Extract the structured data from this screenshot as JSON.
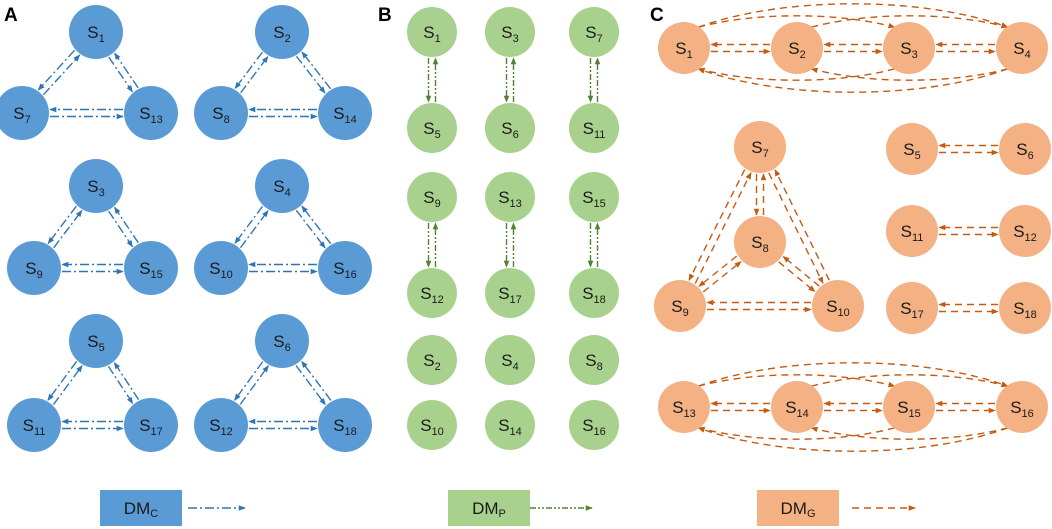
{
  "panels": [
    {
      "letter": "A"
    },
    {
      "letter": "B"
    },
    {
      "letter": "C"
    }
  ],
  "styles": {
    "C": {
      "fill": "#5b9bd5",
      "line": "#2e75b6",
      "dash": "9 3 2 3",
      "text": "#1a1a1a"
    },
    "P": {
      "fill": "#a9d18e",
      "line": "#548235",
      "dash": "6 2 2 2 2 2",
      "text": "#1a1a1a"
    },
    "G": {
      "fill": "#f4b183",
      "line": "#c55a11",
      "dash": "7 5",
      "text": "#1a1a1a"
    }
  },
  "legend": [
    {
      "style": "C",
      "main": "DM",
      "sub": "C"
    },
    {
      "style": "P",
      "main": "DM",
      "sub": "P"
    },
    {
      "style": "G",
      "main": "DM",
      "sub": "G"
    }
  ],
  "nodes": [
    {
      "id": "a1",
      "style": "C",
      "label": "S",
      "sub": "1"
    },
    {
      "id": "a7",
      "style": "C",
      "label": "S",
      "sub": "7"
    },
    {
      "id": "a13",
      "style": "C",
      "label": "S",
      "sub": "13"
    },
    {
      "id": "a2",
      "style": "C",
      "label": "S",
      "sub": "2"
    },
    {
      "id": "a8",
      "style": "C",
      "label": "S",
      "sub": "8"
    },
    {
      "id": "a14",
      "style": "C",
      "label": "S",
      "sub": "14"
    },
    {
      "id": "a3",
      "style": "C",
      "label": "S",
      "sub": "3"
    },
    {
      "id": "a9",
      "style": "C",
      "label": "S",
      "sub": "9"
    },
    {
      "id": "a15",
      "style": "C",
      "label": "S",
      "sub": "15"
    },
    {
      "id": "a4",
      "style": "C",
      "label": "S",
      "sub": "4"
    },
    {
      "id": "a10",
      "style": "C",
      "label": "S",
      "sub": "10"
    },
    {
      "id": "a16",
      "style": "C",
      "label": "S",
      "sub": "16"
    },
    {
      "id": "a5",
      "style": "C",
      "label": "S",
      "sub": "5"
    },
    {
      "id": "a11",
      "style": "C",
      "label": "S",
      "sub": "11"
    },
    {
      "id": "a17",
      "style": "C",
      "label": "S",
      "sub": "17"
    },
    {
      "id": "a6",
      "style": "C",
      "label": "S",
      "sub": "6"
    },
    {
      "id": "a12",
      "style": "C",
      "label": "S",
      "sub": "12"
    },
    {
      "id": "a18",
      "style": "C",
      "label": "S",
      "sub": "18"
    },
    {
      "id": "b1",
      "style": "P",
      "label": "S",
      "sub": "1"
    },
    {
      "id": "b3",
      "style": "P",
      "label": "S",
      "sub": "3"
    },
    {
      "id": "b7",
      "style": "P",
      "label": "S",
      "sub": "7"
    },
    {
      "id": "b5",
      "style": "P",
      "label": "S",
      "sub": "5"
    },
    {
      "id": "b6",
      "style": "P",
      "label": "S",
      "sub": "6"
    },
    {
      "id": "b11",
      "style": "P",
      "label": "S",
      "sub": "11"
    },
    {
      "id": "b9",
      "style": "P",
      "label": "S",
      "sub": "9"
    },
    {
      "id": "b13",
      "style": "P",
      "label": "S",
      "sub": "13"
    },
    {
      "id": "b15",
      "style": "P",
      "label": "S",
      "sub": "15"
    },
    {
      "id": "b12",
      "style": "P",
      "label": "S",
      "sub": "12"
    },
    {
      "id": "b17",
      "style": "P",
      "label": "S",
      "sub": "17"
    },
    {
      "id": "b18",
      "style": "P",
      "label": "S",
      "sub": "18"
    },
    {
      "id": "b2",
      "style": "P",
      "label": "S",
      "sub": "2"
    },
    {
      "id": "b4",
      "style": "P",
      "label": "S",
      "sub": "4"
    },
    {
      "id": "b8",
      "style": "P",
      "label": "S",
      "sub": "8"
    },
    {
      "id": "b10",
      "style": "P",
      "label": "S",
      "sub": "10"
    },
    {
      "id": "b14",
      "style": "P",
      "label": "S",
      "sub": "14"
    },
    {
      "id": "b16",
      "style": "P",
      "label": "S",
      "sub": "16"
    },
    {
      "id": "c1",
      "style": "G",
      "label": "S",
      "sub": "1"
    },
    {
      "id": "c2",
      "style": "G",
      "label": "S",
      "sub": "2"
    },
    {
      "id": "c3",
      "style": "G",
      "label": "S",
      "sub": "3"
    },
    {
      "id": "c4",
      "style": "G",
      "label": "S",
      "sub": "4"
    },
    {
      "id": "c7",
      "style": "G",
      "label": "S",
      "sub": "7"
    },
    {
      "id": "c8",
      "style": "G",
      "label": "S",
      "sub": "8"
    },
    {
      "id": "c9",
      "style": "G",
      "label": "S",
      "sub": "9"
    },
    {
      "id": "c10",
      "style": "G",
      "label": "S",
      "sub": "10"
    },
    {
      "id": "c5",
      "style": "G",
      "label": "S",
      "sub": "5"
    },
    {
      "id": "c6",
      "style": "G",
      "label": "S",
      "sub": "6"
    },
    {
      "id": "c11",
      "style": "G",
      "label": "S",
      "sub": "11"
    },
    {
      "id": "c12",
      "style": "G",
      "label": "S",
      "sub": "12"
    },
    {
      "id": "c17",
      "style": "G",
      "label": "S",
      "sub": "17"
    },
    {
      "id": "c18",
      "style": "G",
      "label": "S",
      "sub": "18"
    },
    {
      "id": "c13",
      "style": "G",
      "label": "S",
      "sub": "13"
    },
    {
      "id": "c14",
      "style": "G",
      "label": "S",
      "sub": "14"
    },
    {
      "id": "c15",
      "style": "G",
      "label": "S",
      "sub": "15"
    },
    {
      "id": "c16",
      "style": "G",
      "label": "S",
      "sub": "16"
    }
  ],
  "edges": [
    {
      "style": "C",
      "from": "a1",
      "to": "a7"
    },
    {
      "style": "C",
      "from": "a7",
      "to": "a1"
    },
    {
      "style": "C",
      "from": "a1",
      "to": "a13"
    },
    {
      "style": "C",
      "from": "a13",
      "to": "a1"
    },
    {
      "style": "C",
      "from": "a7",
      "to": "a13"
    },
    {
      "style": "C",
      "from": "a13",
      "to": "a7"
    },
    {
      "style": "C",
      "from": "a2",
      "to": "a8"
    },
    {
      "style": "C",
      "from": "a8",
      "to": "a2"
    },
    {
      "style": "C",
      "from": "a2",
      "to": "a14"
    },
    {
      "style": "C",
      "from": "a14",
      "to": "a2"
    },
    {
      "style": "C",
      "from": "a8",
      "to": "a14"
    },
    {
      "style": "C",
      "from": "a14",
      "to": "a8"
    },
    {
      "style": "C",
      "from": "a3",
      "to": "a9"
    },
    {
      "style": "C",
      "from": "a9",
      "to": "a3"
    },
    {
      "style": "C",
      "from": "a3",
      "to": "a15"
    },
    {
      "style": "C",
      "from": "a15",
      "to": "a3"
    },
    {
      "style": "C",
      "from": "a9",
      "to": "a15"
    },
    {
      "style": "C",
      "from": "a15",
      "to": "a9"
    },
    {
      "style": "C",
      "from": "a4",
      "to": "a10"
    },
    {
      "style": "C",
      "from": "a10",
      "to": "a4"
    },
    {
      "style": "C",
      "from": "a4",
      "to": "a16"
    },
    {
      "style": "C",
      "from": "a16",
      "to": "a4"
    },
    {
      "style": "C",
      "from": "a10",
      "to": "a16"
    },
    {
      "style": "C",
      "from": "a16",
      "to": "a10"
    },
    {
      "style": "C",
      "from": "a5",
      "to": "a11"
    },
    {
      "style": "C",
      "from": "a11",
      "to": "a5"
    },
    {
      "style": "C",
      "from": "a5",
      "to": "a17"
    },
    {
      "style": "C",
      "from": "a17",
      "to": "a5"
    },
    {
      "style": "C",
      "from": "a11",
      "to": "a17"
    },
    {
      "style": "C",
      "from": "a17",
      "to": "a11"
    },
    {
      "style": "C",
      "from": "a6",
      "to": "a12"
    },
    {
      "style": "C",
      "from": "a12",
      "to": "a6"
    },
    {
      "style": "C",
      "from": "a6",
      "to": "a18"
    },
    {
      "style": "C",
      "from": "a18",
      "to": "a6"
    },
    {
      "style": "C",
      "from": "a12",
      "to": "a18"
    },
    {
      "style": "C",
      "from": "a18",
      "to": "a12"
    },
    {
      "style": "P",
      "from": "b1",
      "to": "b5"
    },
    {
      "style": "P",
      "from": "b5",
      "to": "b1"
    },
    {
      "style": "P",
      "from": "b3",
      "to": "b6"
    },
    {
      "style": "P",
      "from": "b6",
      "to": "b3"
    },
    {
      "style": "P",
      "from": "b7",
      "to": "b11"
    },
    {
      "style": "P",
      "from": "b11",
      "to": "b7"
    },
    {
      "style": "P",
      "from": "b9",
      "to": "b12"
    },
    {
      "style": "P",
      "from": "b12",
      "to": "b9"
    },
    {
      "style": "P",
      "from": "b13",
      "to": "b17"
    },
    {
      "style": "P",
      "from": "b17",
      "to": "b13"
    },
    {
      "style": "P",
      "from": "b15",
      "to": "b18"
    },
    {
      "style": "P",
      "from": "b18",
      "to": "b15"
    },
    {
      "style": "G",
      "from": "c1",
      "to": "c2"
    },
    {
      "style": "G",
      "from": "c2",
      "to": "c1"
    },
    {
      "style": "G",
      "from": "c2",
      "to": "c3"
    },
    {
      "style": "G",
      "from": "c3",
      "to": "c2"
    },
    {
      "style": "G",
      "from": "c3",
      "to": "c4"
    },
    {
      "style": "G",
      "from": "c4",
      "to": "c3"
    },
    {
      "style": "G",
      "from": "c1",
      "to": "c3",
      "arc": "top1"
    },
    {
      "style": "G",
      "from": "c3",
      "to": "c1",
      "arc": "bot1"
    },
    {
      "style": "G",
      "from": "c2",
      "to": "c4",
      "arc": "top1"
    },
    {
      "style": "G",
      "from": "c4",
      "to": "c2",
      "arc": "bot1"
    },
    {
      "style": "G",
      "from": "c1",
      "to": "c4",
      "arc": "top2"
    },
    {
      "style": "G",
      "from": "c4",
      "to": "c1",
      "arc": "bot2"
    },
    {
      "style": "G",
      "from": "c7",
      "to": "c8"
    },
    {
      "style": "G",
      "from": "c8",
      "to": "c7"
    },
    {
      "style": "G",
      "from": "c7",
      "to": "c9"
    },
    {
      "style": "G",
      "from": "c9",
      "to": "c7"
    },
    {
      "style": "G",
      "from": "c7",
      "to": "c10"
    },
    {
      "style": "G",
      "from": "c10",
      "to": "c7"
    },
    {
      "style": "G",
      "from": "c8",
      "to": "c9"
    },
    {
      "style": "G",
      "from": "c9",
      "to": "c8"
    },
    {
      "style": "G",
      "from": "c8",
      "to": "c10"
    },
    {
      "style": "G",
      "from": "c10",
      "to": "c8"
    },
    {
      "style": "G",
      "from": "c9",
      "to": "c10"
    },
    {
      "style": "G",
      "from": "c10",
      "to": "c9"
    },
    {
      "style": "G",
      "from": "c5",
      "to": "c6"
    },
    {
      "style": "G",
      "from": "c6",
      "to": "c5"
    },
    {
      "style": "G",
      "from": "c11",
      "to": "c12"
    },
    {
      "style": "G",
      "from": "c12",
      "to": "c11"
    },
    {
      "style": "G",
      "from": "c17",
      "to": "c18"
    },
    {
      "style": "G",
      "from": "c18",
      "to": "c17"
    },
    {
      "style": "G",
      "from": "c13",
      "to": "c14"
    },
    {
      "style": "G",
      "from": "c14",
      "to": "c13"
    },
    {
      "style": "G",
      "from": "c14",
      "to": "c15"
    },
    {
      "style": "G",
      "from": "c15",
      "to": "c14"
    },
    {
      "style": "G",
      "from": "c15",
      "to": "c16"
    },
    {
      "style": "G",
      "from": "c16",
      "to": "c15"
    },
    {
      "style": "G",
      "from": "c13",
      "to": "c15",
      "arc": "top1"
    },
    {
      "style": "G",
      "from": "c15",
      "to": "c13",
      "arc": "bot1"
    },
    {
      "style": "G",
      "from": "c14",
      "to": "c16",
      "arc": "top1"
    },
    {
      "style": "G",
      "from": "c16",
      "to": "c14",
      "arc": "bot1"
    },
    {
      "style": "G",
      "from": "c13",
      "to": "c16",
      "arc": "top2"
    },
    {
      "style": "G",
      "from": "c16",
      "to": "c13",
      "arc": "bot2"
    }
  ]
}
